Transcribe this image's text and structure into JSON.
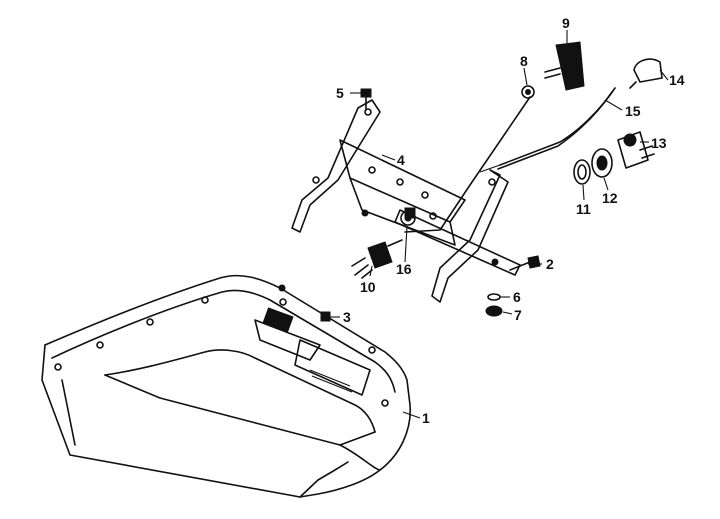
{
  "colors": {
    "ink": "#111111",
    "background": "#ffffff"
  },
  "callouts": [
    {
      "id": "1",
      "text": "1"
    },
    {
      "id": "2",
      "text": "2"
    },
    {
      "id": "3",
      "text": "3"
    },
    {
      "id": "4",
      "text": "4"
    },
    {
      "id": "5",
      "text": "5"
    },
    {
      "id": "6",
      "text": "6"
    },
    {
      "id": "7",
      "text": "7"
    },
    {
      "id": "8",
      "text": "8"
    },
    {
      "id": "9",
      "text": "9"
    },
    {
      "id": "10",
      "text": "10"
    },
    {
      "id": "11",
      "text": "11"
    },
    {
      "id": "12",
      "text": "12"
    },
    {
      "id": "13",
      "text": "13"
    },
    {
      "id": "14",
      "text": "14"
    },
    {
      "id": "15",
      "text": "15"
    },
    {
      "id": "16",
      "text": "16"
    }
  ]
}
